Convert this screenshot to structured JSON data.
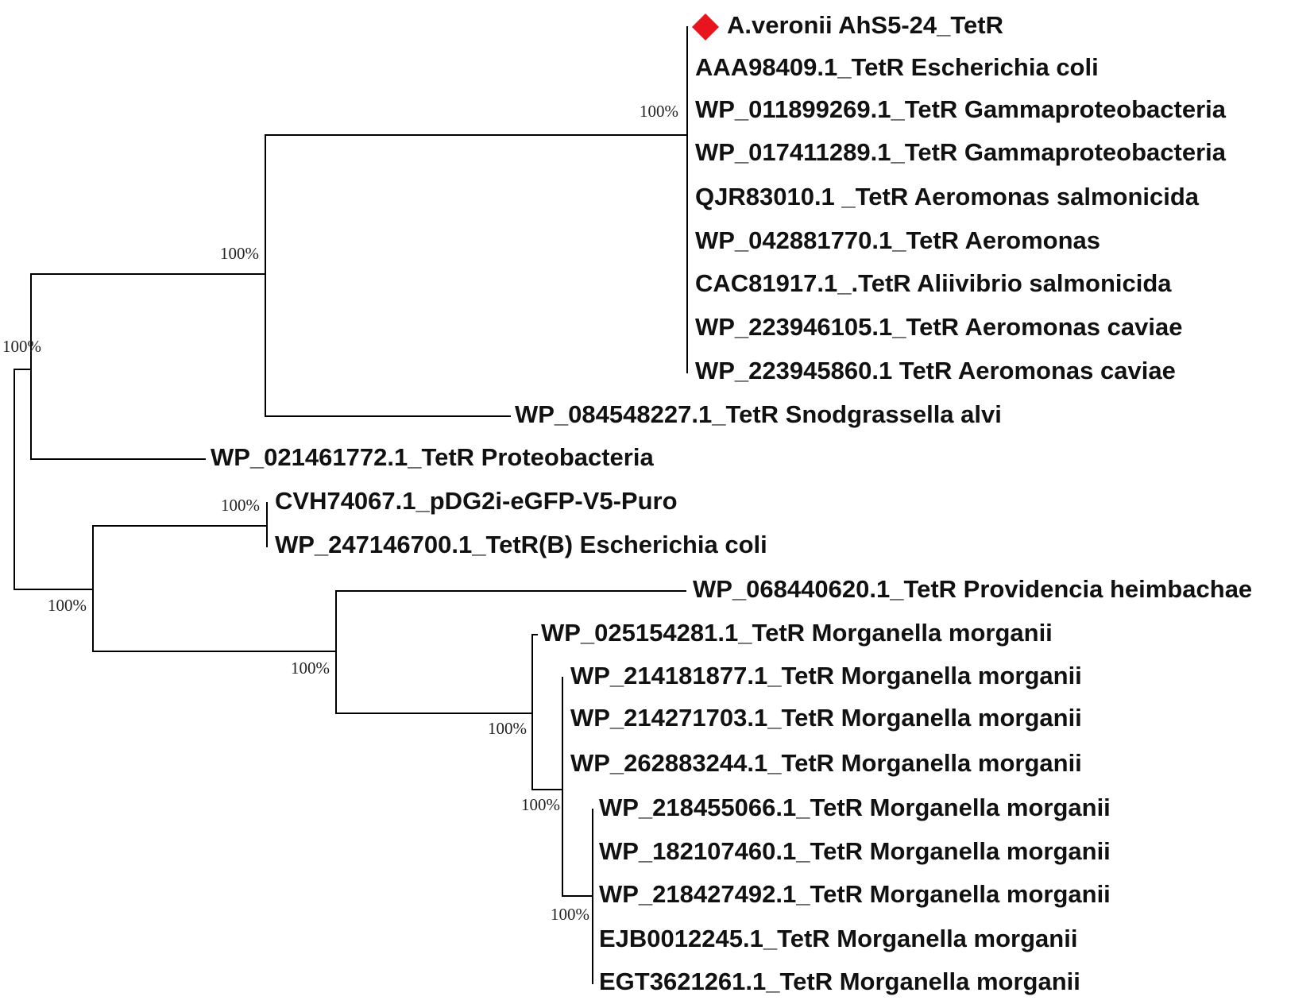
{
  "colors": {
    "line": "#000000",
    "text": "#111111",
    "marker": "#e8141e"
  },
  "marker": {
    "shape": "diamond",
    "taxon": "A.veronii AhS5-24_TetR"
  },
  "taxa": [
    "A.veronii AhS5-24_TetR",
    "AAA98409.1_TetR Escherichia coli",
    "WP_011899269.1_TetR Gammaproteobacteria",
    "WP_017411289.1_TetR Gammaproteobacteria",
    "QJR83010.1 _TetR Aeromonas salmonicida",
    "WP_042881770.1_TetR Aeromonas",
    "CAC81917.1_.TetR Aliivibrio salmonicida",
    "WP_223946105.1_TetR Aeromonas caviae",
    "WP_223945860.1 TetR Aeromonas caviae",
    "WP_084548227.1_TetR  Snodgrassella alvi",
    "WP_021461772.1_TetR Proteobacteria",
    "CVH74067.1_pDG2i-eGFP-V5-Puro",
    "WP_247146700.1_TetR(B) Escherichia coli",
    "WP_068440620.1_TetR Providencia heimbachae",
    "WP_025154281.1_TetR Morganella morganii",
    "WP_214181877.1_TetR Morganella morganii",
    "WP_214271703.1_TetR Morganella morganii",
    "WP_262883244.1_TetR Morganella morganii",
    "WP_218455066.1_TetR  Morganella morganii",
    "WP_182107460.1_TetR Morganella morganii",
    "WP_218427492.1_TetR Morganella morganii",
    "EJB0012245.1_TetR Morganella morganii",
    "EGT3621261.1_TetR Morganella morganii"
  ],
  "bootstrap": [
    "100%",
    "100%",
    "100%",
    "100%",
    "100%",
    "100%",
    "100%",
    "100%",
    "100%"
  ]
}
